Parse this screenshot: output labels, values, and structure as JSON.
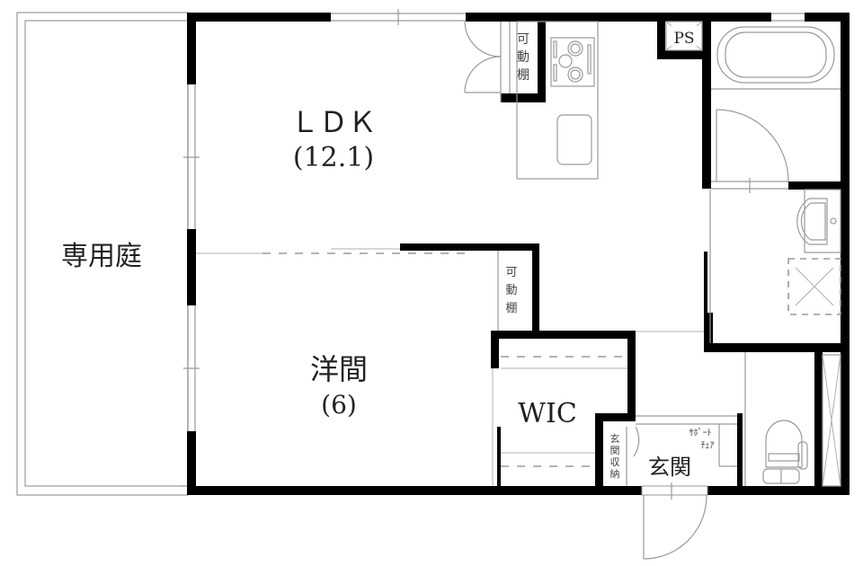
{
  "floor_plan": {
    "rooms": {
      "garden": {
        "label": "専用庭"
      },
      "ldk": {
        "label": "ＬＤＫ",
        "size": "(12.1)"
      },
      "western_room": {
        "label": "洋間",
        "size": "(6)"
      },
      "wic": {
        "label": "WIC"
      },
      "entrance": {
        "label": "玄関"
      },
      "ps": {
        "label": "PS"
      }
    },
    "storage": {
      "movable_shelf_kitchen": {
        "chars": [
          "可",
          "動",
          "棚"
        ]
      },
      "movable_shelf_hall": {
        "chars": [
          "可",
          "動",
          "棚"
        ]
      },
      "entrance_storage": {
        "chars": [
          "玄",
          "関",
          "収",
          "納"
        ]
      },
      "support_chair": {
        "line1": "ｻﾎﾟｰﾄ",
        "line2": "ﾁｪｱ"
      }
    },
    "colors": {
      "wall": "#000000",
      "fixture_line": "#9a9a9a",
      "background": "#ffffff"
    }
  }
}
